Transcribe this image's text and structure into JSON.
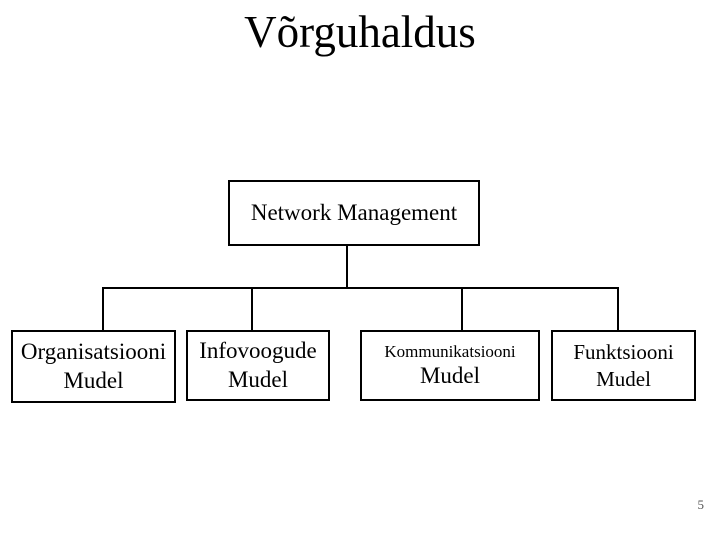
{
  "slide": {
    "title": "Võrguhaldus",
    "page_number": "5"
  },
  "diagram": {
    "root": {
      "label": "Network Management"
    },
    "children": [
      {
        "line1": "Organisatsiooni",
        "line2": "Mudel"
      },
      {
        "line1": "Infovoogude",
        "line2": "Mudel"
      },
      {
        "line1": "Kommunikatsiooni",
        "line2": "Mudel"
      },
      {
        "line1": "Funktsiooni",
        "line2": "Mudel"
      }
    ]
  },
  "colors": {
    "background": "#ffffff",
    "box_border": "#000000",
    "text": "#000000",
    "page_number": "#555555"
  }
}
